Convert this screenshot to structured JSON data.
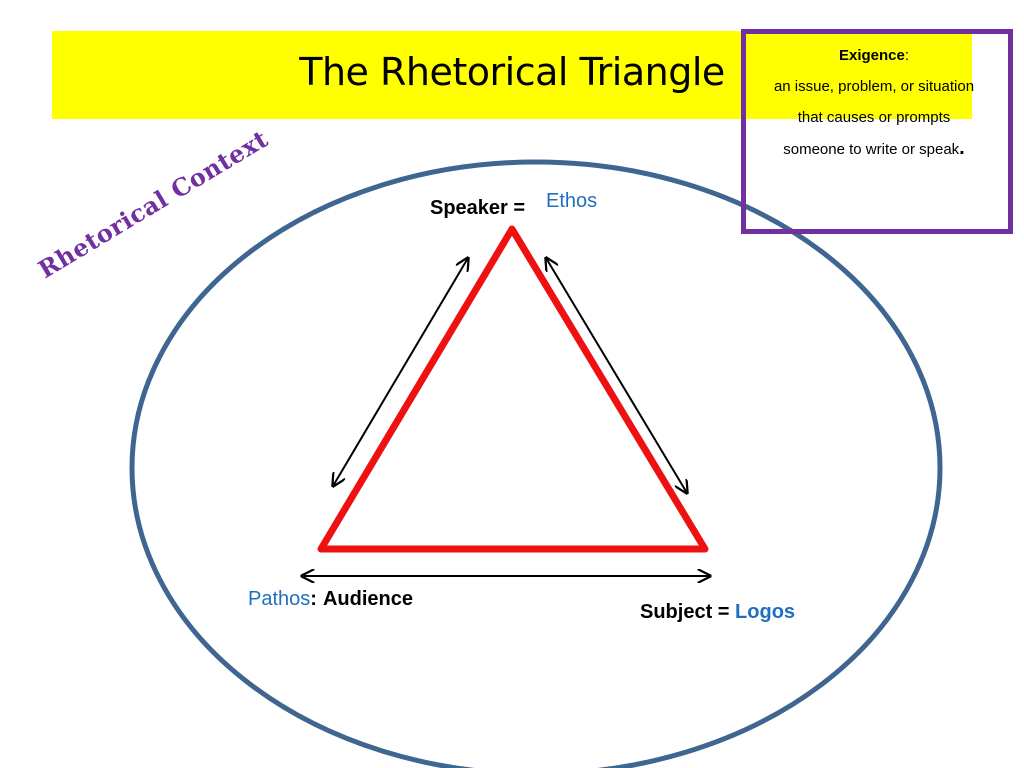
{
  "title": "The Rhetorical Triangle",
  "exigence": {
    "heading": "Exigence",
    "colon": ":",
    "line1": "an issue, problem, or situation",
    "line2": "that causes or prompts",
    "line3": "someone to write or speak",
    "period": "."
  },
  "rhetorical_context": "Rhetorical Context",
  "speaker": {
    "label": "Speaker =",
    "appeal": "Ethos"
  },
  "audience": {
    "appeal": "Pathos",
    "sep": ":",
    "label": "Audience"
  },
  "subject": {
    "label": "Subject =",
    "appeal": "Logos"
  },
  "colors": {
    "title_bar": "#ffff00",
    "box_border": "#7030a0",
    "ellipse": "#3f6690",
    "triangle": "#ee1111",
    "appeal_text": "#1f6fbf",
    "context_text": "#7030a0"
  }
}
